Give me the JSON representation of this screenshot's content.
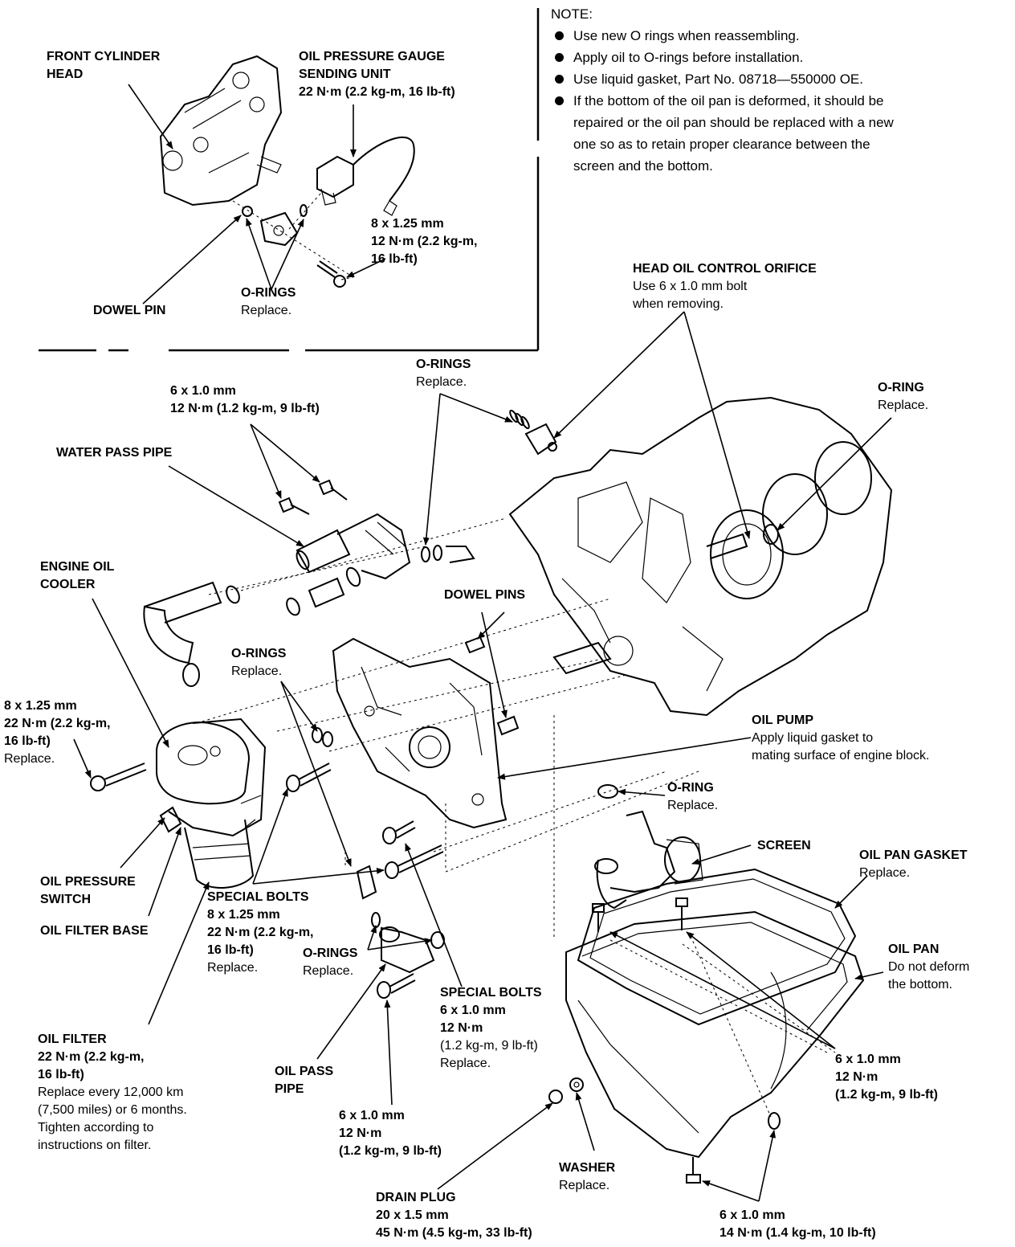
{
  "note": {
    "heading": "NOTE:",
    "items": [
      "Use new O rings when reassembling.",
      "Apply oil to O-rings before installation.",
      "Use liquid gasket, Part No. 08718—550000 OE.",
      "If the bottom of the oil pan is deformed, it should be\nrepaired or the oil pan should be replaced with a new\none so as to retain proper clearance between the\nscreen and the bottom."
    ]
  },
  "labels": {
    "front_cylinder_head": {
      "title": "FRONT CYLINDER\nHEAD"
    },
    "oil_pressure_gauge": {
      "title": "OIL PRESSURE GAUGE\nSENDING UNIT\n22 N·m (2.2 kg-m, 16 lb-ft)"
    },
    "inset_bolt": {
      "title": "8 x 1.25 mm\n12 N·m (2.2 kg-m,\n16 lb-ft)"
    },
    "inset_orings": {
      "title": "O-RINGS",
      "sub": "Replace."
    },
    "dowel_pin": {
      "title": "DOWEL PIN"
    },
    "head_oil_orifice": {
      "title": "HEAD OIL CONTROL ORIFICE",
      "sub": "Use 6 x 1.0 mm bolt\nwhen removing."
    },
    "orings_top": {
      "title": "O-RINGS",
      "sub": "Replace."
    },
    "oring_right": {
      "title": "O-RING",
      "sub": "Replace."
    },
    "bolt_top": {
      "title": "6 x 1.0 mm\n12 N·m (1.2 kg-m, 9 lb-ft)"
    },
    "water_pass_pipe": {
      "title": "WATER PASS PIPE"
    },
    "engine_oil_cooler": {
      "title": "ENGINE OIL\nCOOLER"
    },
    "dowel_pins": {
      "title": "DOWEL PINS"
    },
    "orings_mid": {
      "title": "O-RINGS",
      "sub": "Replace."
    },
    "cooler_bolt": {
      "title": "8 x 1.25 mm\n22 N·m (2.2 kg-m,\n16 lb-ft)",
      "sub": "Replace."
    },
    "oil_pump": {
      "title": "OIL PUMP",
      "sub": "Apply liquid gasket to\nmating surface of engine block."
    },
    "oring_pump": {
      "title": "O-RING",
      "sub": "Replace."
    },
    "screen": {
      "title": "SCREEN"
    },
    "oil_pan_gasket": {
      "title": "OIL PAN GASKET",
      "sub": "Replace."
    },
    "oil_pressure_switch": {
      "title": "OIL PRESSURE\nSWITCH"
    },
    "special_bolts_left": {
      "title": "SPECIAL BOLTS\n8 x 1.25 mm\n22 N·m (2.2 kg-m,\n16 lb-ft)",
      "sub": "Replace."
    },
    "oil_filter_base": {
      "title": "OIL FILTER BASE"
    },
    "orings_low": {
      "title": "O-RINGS",
      "sub": "Replace."
    },
    "oil_pan": {
      "title": "OIL PAN",
      "sub": "Do not deform\nthe bottom."
    },
    "special_bolts_right": {
      "title": "SPECIAL BOLTS\n6 x 1.0 mm\n12 N·m",
      "sub": "(1.2 kg-m, 9 lb-ft)\nReplace."
    },
    "pan_bolt_right": {
      "title": "6 x 1.0 mm\n12 N·m\n(1.2 kg-m, 9 lb-ft)"
    },
    "oil_filter": {
      "title": "OIL FILTER\n22 N·m (2.2 kg-m,\n16 lb-ft)",
      "sub": "Replace every 12,000 km\n(7,500 miles) or 6 months.\nTighten according to\ninstructions on filter."
    },
    "oil_pass_pipe": {
      "title": "OIL PASS\nPIPE"
    },
    "pipe_bolt": {
      "title": "6 x 1.0 mm\n12 N·m\n(1.2 kg-m, 9 lb-ft)"
    },
    "washer": {
      "title": "WASHER",
      "sub": "Replace."
    },
    "drain_plug": {
      "title": "DRAIN PLUG\n20 x 1.5 mm\n45 N·m (4.5 kg-m, 33 lb-ft)"
    },
    "pan_bolt_bottom": {
      "title": "6 x 1.0 mm\n14 N·m (1.4 kg-m, 10 lb-ft)"
    }
  }
}
